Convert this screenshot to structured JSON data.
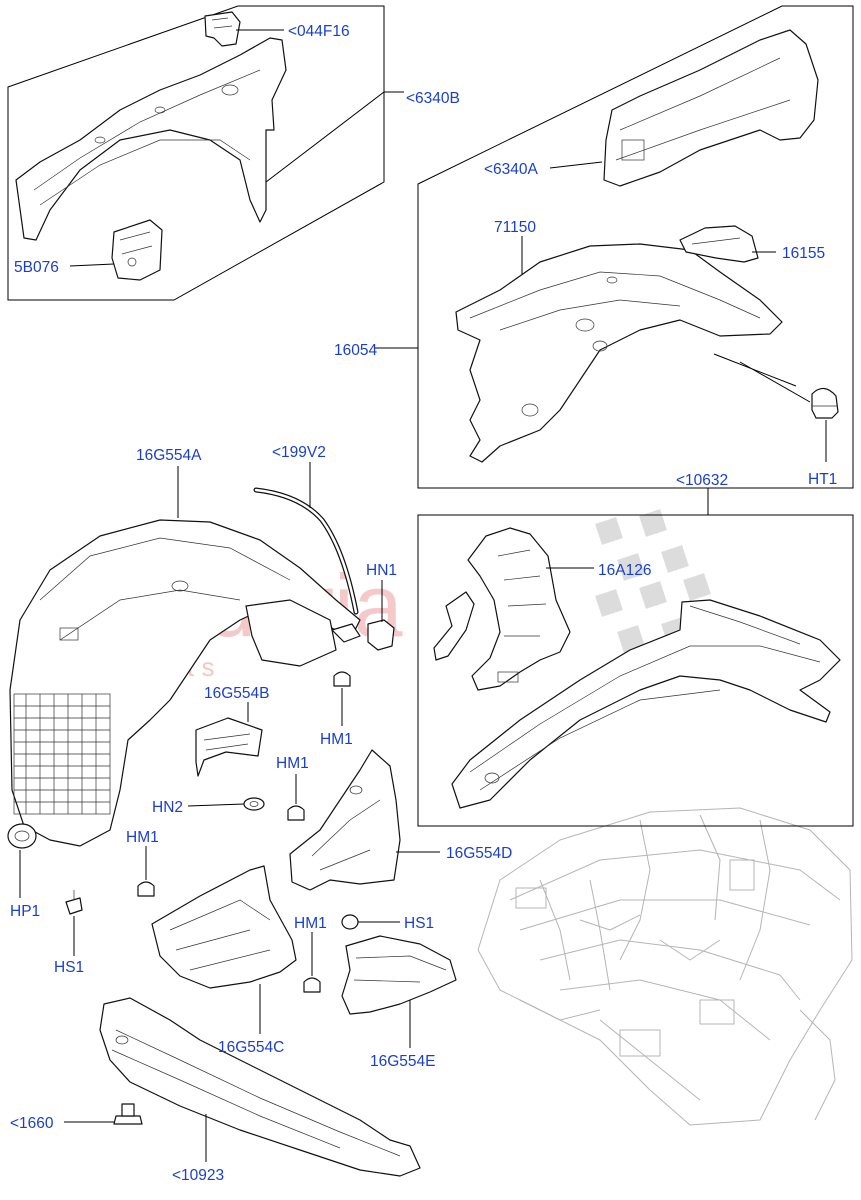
{
  "watermark": {
    "main": "scuderia",
    "sub": "c a r   p a r t s"
  },
  "labels": {
    "l_044F16": "<044F16",
    "l_6340B": "<6340B",
    "l_5B076": "5B076",
    "l_6340A": "<6340A",
    "l_71150": "71150",
    "l_16155": "16155",
    "l_16054": "16054",
    "l_HT1": "HT1",
    "l_16G554A": "16G554A",
    "l_199V2": "<199V2",
    "l_HN1": "HN1",
    "l_HM1_a": "HM1",
    "l_10632": "<10632",
    "l_16A126": "16A126",
    "l_16G554B": "16G554B",
    "l_HN2": "HN2",
    "l_HM1_b": "HM1",
    "l_16G554D": "16G554D",
    "l_HP1": "HP1",
    "l_HS1_a": "HS1",
    "l_HM1_c": "HM1",
    "l_HM1_d": "HM1",
    "l_HS1_b": "HS1",
    "l_16G554C": "16G554C",
    "l_16G554E": "16G554E",
    "l_1660": "<1660",
    "l_10923": "<10923"
  },
  "colors": {
    "label": "#1a3fd0",
    "watermark": "#f2b8b8",
    "checker": "#d9d9d9",
    "ghost": "#b5b5b5"
  }
}
